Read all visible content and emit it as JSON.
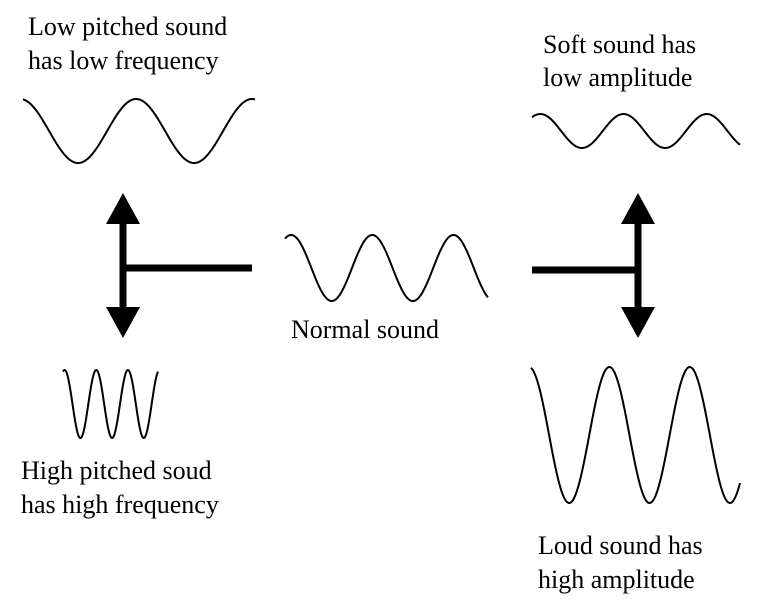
{
  "colors": {
    "ink": "#000000",
    "background": "#ffffff"
  },
  "labels": {
    "low_pitch_line1": "Low pitched sound",
    "low_pitch_line2": "has low frequency",
    "soft_line1": "Soft sound has",
    "soft_line2": "low amplitude",
    "normal": "Normal sound",
    "high_pitch_line1": "High pitched soud",
    "high_pitch_line2": "has high frequency",
    "loud_line1": "Loud sound has",
    "loud_line2": "high amplitude"
  }
}
